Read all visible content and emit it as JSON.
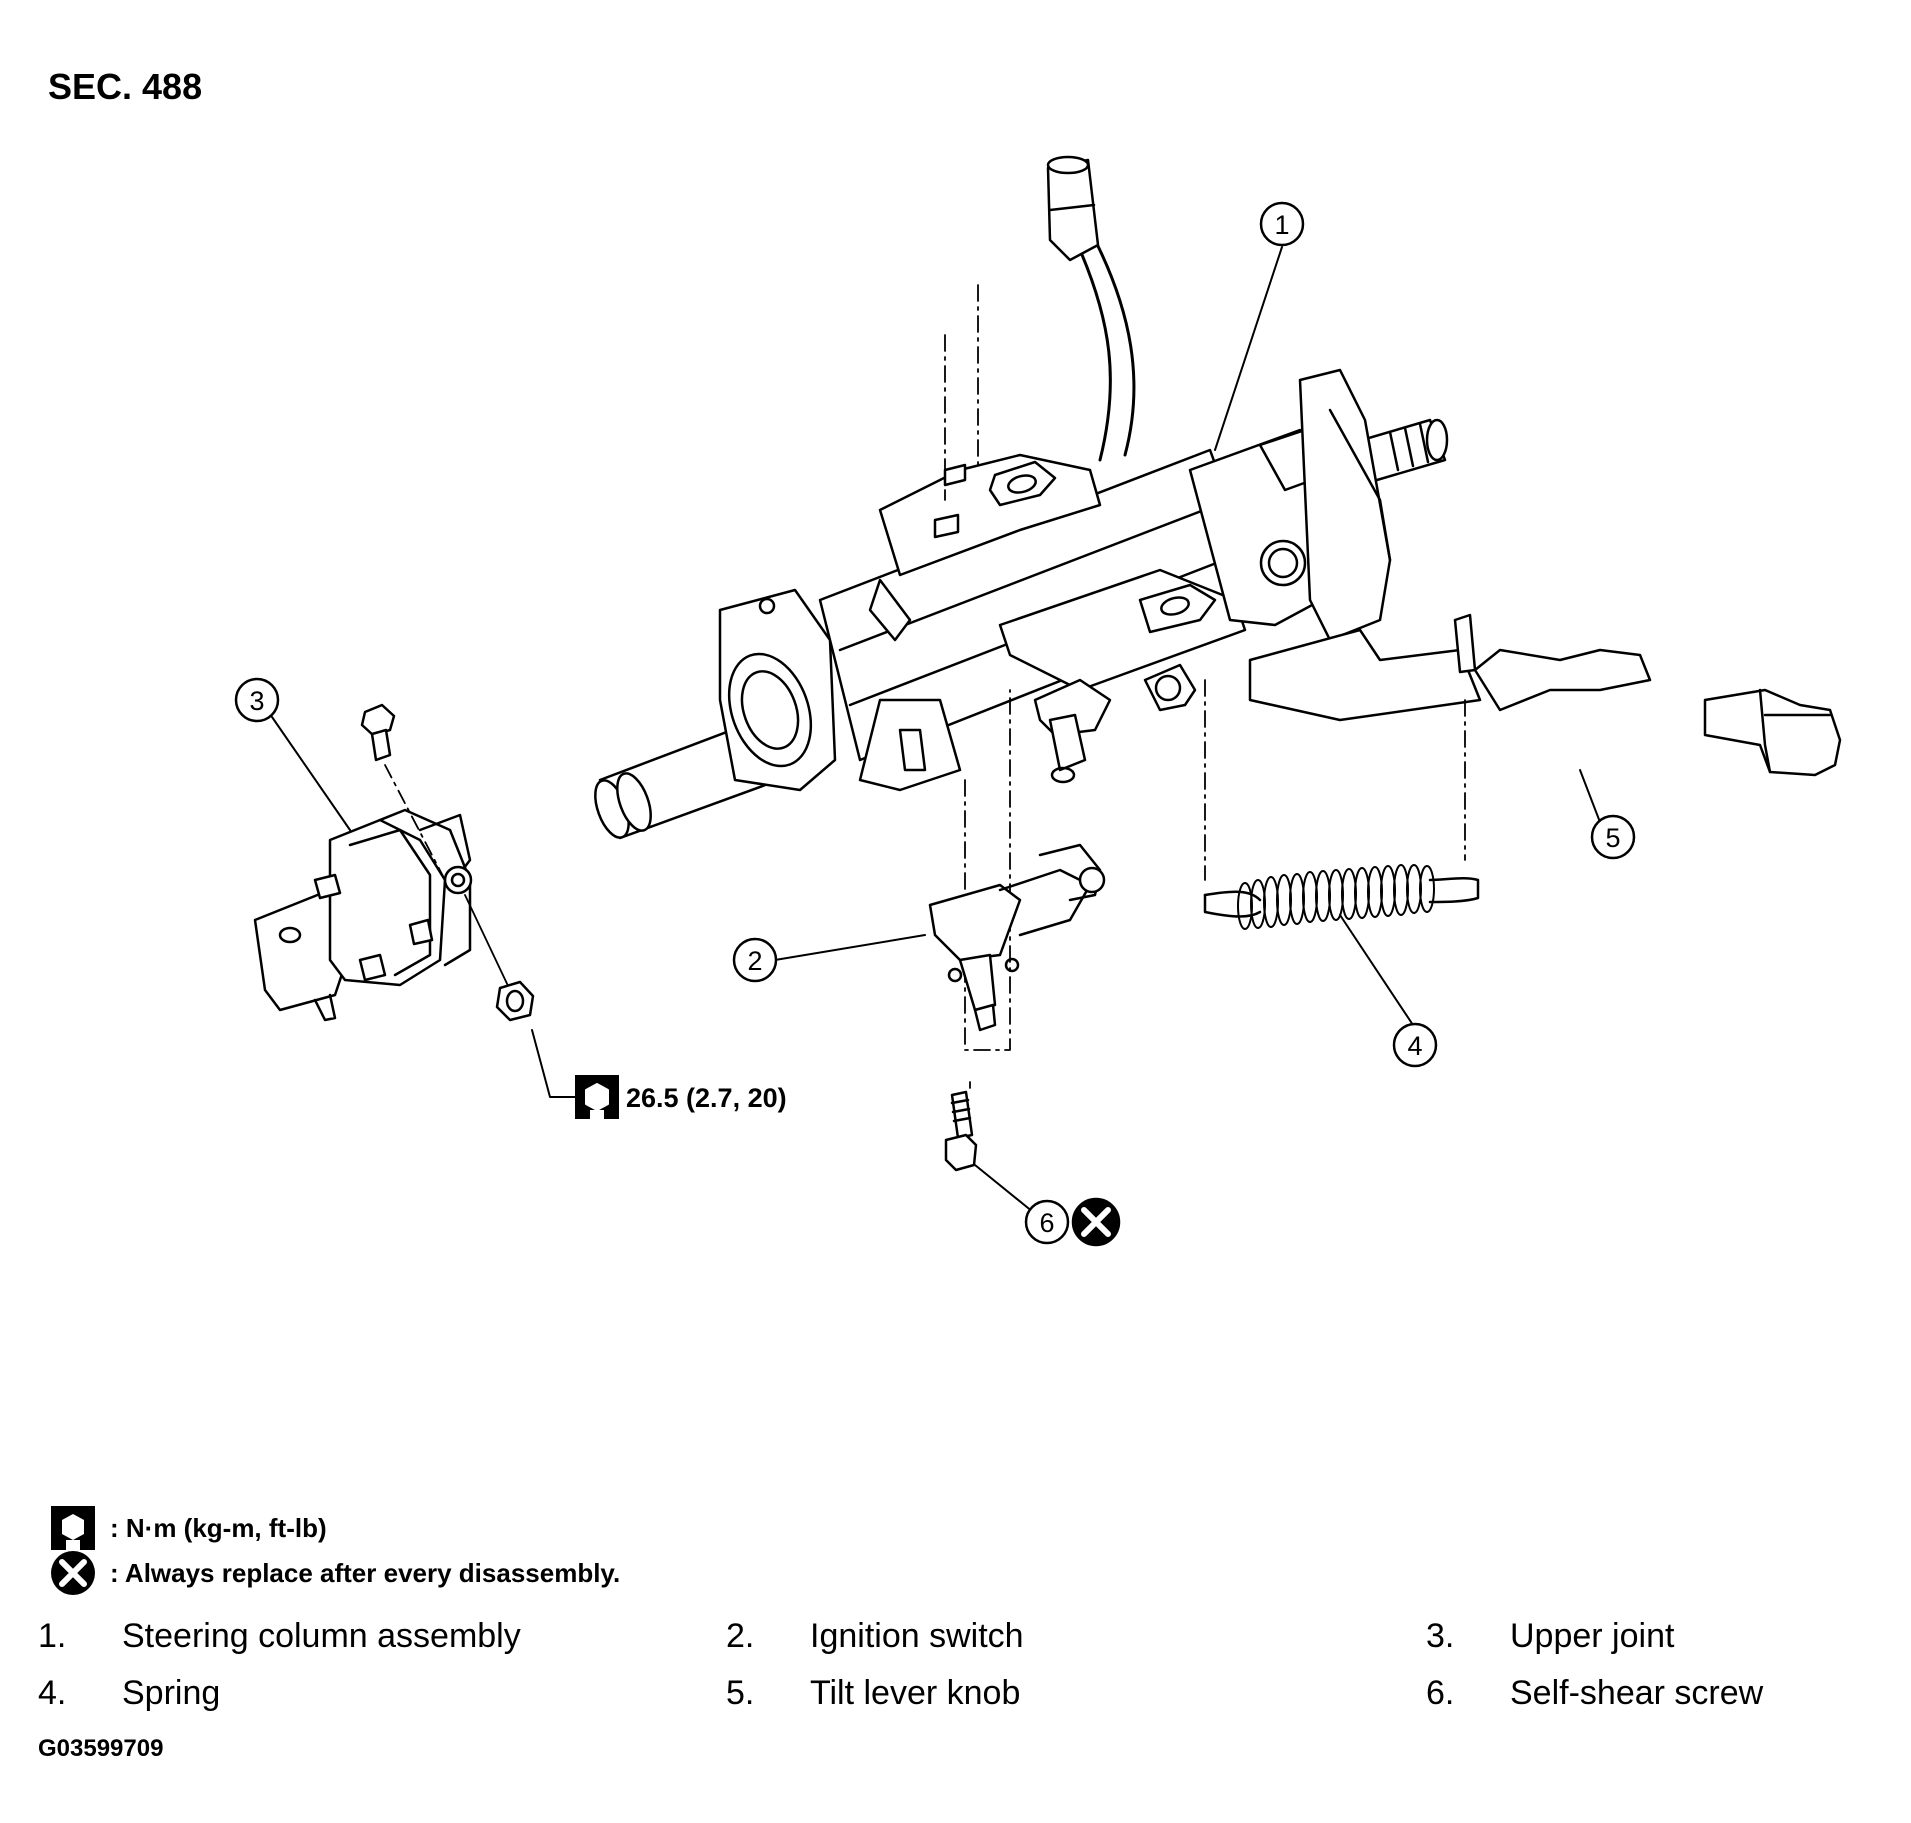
{
  "header": {
    "section": "SEC. 488"
  },
  "callouts": [
    "1",
    "2",
    "3",
    "4",
    "5",
    "6"
  ],
  "torque_spec": "26.5 (2.7, 20)",
  "legend": {
    "torque_units": ": N·m (kg-m, ft-lb)",
    "replace_note": ": Always replace after every disassembly."
  },
  "parts": [
    {
      "num": "1.",
      "name": "Steering column assembly"
    },
    {
      "num": "2.",
      "name": "Ignition switch"
    },
    {
      "num": "3.",
      "name": "Upper joint"
    },
    {
      "num": "4.",
      "name": "Spring"
    },
    {
      "num": "5.",
      "name": "Tilt lever knob"
    },
    {
      "num": "6.",
      "name": "Self-shear screw"
    }
  ],
  "figure_code": "G03599709",
  "icons": {
    "torque": "torque-wrench-icon",
    "replace": "always-replace-icon"
  }
}
